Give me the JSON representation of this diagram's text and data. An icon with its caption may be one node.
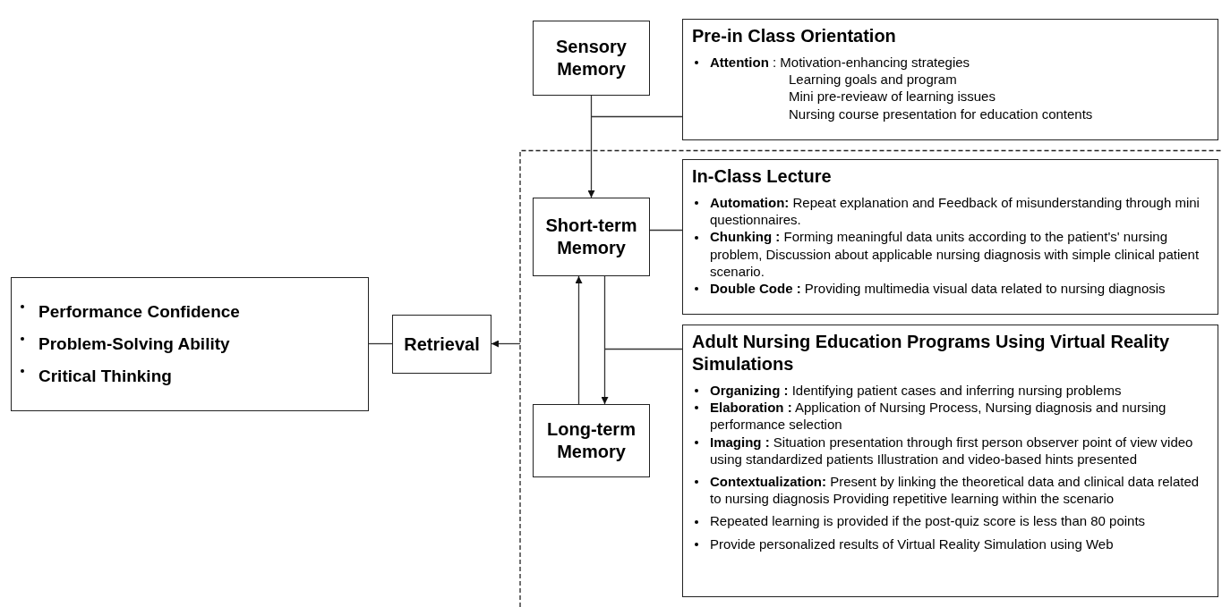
{
  "diagram": {
    "nodes": [
      {
        "text": [
          "Performance Confidence",
          "Problem-Solving Ability",
          "Critical Thinking"
        ]
      },
      {
        "text": [
          "Retrieval"
        ]
      },
      {
        "text": [
          "Sensory Memory"
        ]
      },
      {
        "text": [
          "Pre-in Class Orientation",
          "**Attention** : Motivation-enhancing strategies",
          "Learning goals and program",
          "Mini pre-revieaw of learning issues",
          "Nursing course presentation for education contents"
        ]
      },
      {
        "text": [
          "Short-term Memory"
        ]
      },
      {
        "text": [
          "In-Class Lecture",
          "**Automation:** Repeat explanation and Feedback of misunderstanding through mini questionnaires.",
          "**Chunking :** Forming meaningful data units according to the patient's' nursing problem, Discussion about applicable nursing diagnosis with simple clinical patient scenario.",
          "**Double Code :** Providing multimedia visual data related to nursing diagnosis"
        ]
      },
      {
        "text": [
          "Long-term Memory"
        ]
      },
      {
        "text": [
          "Adult Nursing Education Programs Using Virtual Reality Simulations",
          "**Organizing :** Identifying patient cases and inferring nursing problems",
          "**Elaboration :** Application of Nursing Process, Nursing diagnosis and nursing performance selection",
          "**Imaging :** Situation presentation through first person observer point of view video using standardized patients Illustration and video-based hints presented",
          "**Contextualization:** Present by linking the theoretical data and clinical data related to nursing diagnosis Providing repetitive learning within the scenario",
          "Repeated learning is provided if the post-quiz score is less than 80 points",
          "Provide personalized results of Virtual Reality Simulation using Web"
        ]
      }
    ],
    "edges": [
      {
        "from": 2,
        "to": 4,
        "arrow": "to"
      },
      {
        "from": 3,
        "to": null,
        "arrow": "none"
      },
      {
        "from": 5,
        "to": 4,
        "arrow": "none"
      },
      {
        "from": 4,
        "to": 6,
        "arrow": "to"
      },
      {
        "from": 6,
        "to": 4,
        "arrow": "to"
      },
      {
        "from": 7,
        "to": null,
        "arrow": "none"
      },
      {
        "from": null,
        "to": 1,
        "arrow": "to"
      },
      {
        "from": 1,
        "to": 0,
        "arrow": "none"
      }
    ]
  }
}
